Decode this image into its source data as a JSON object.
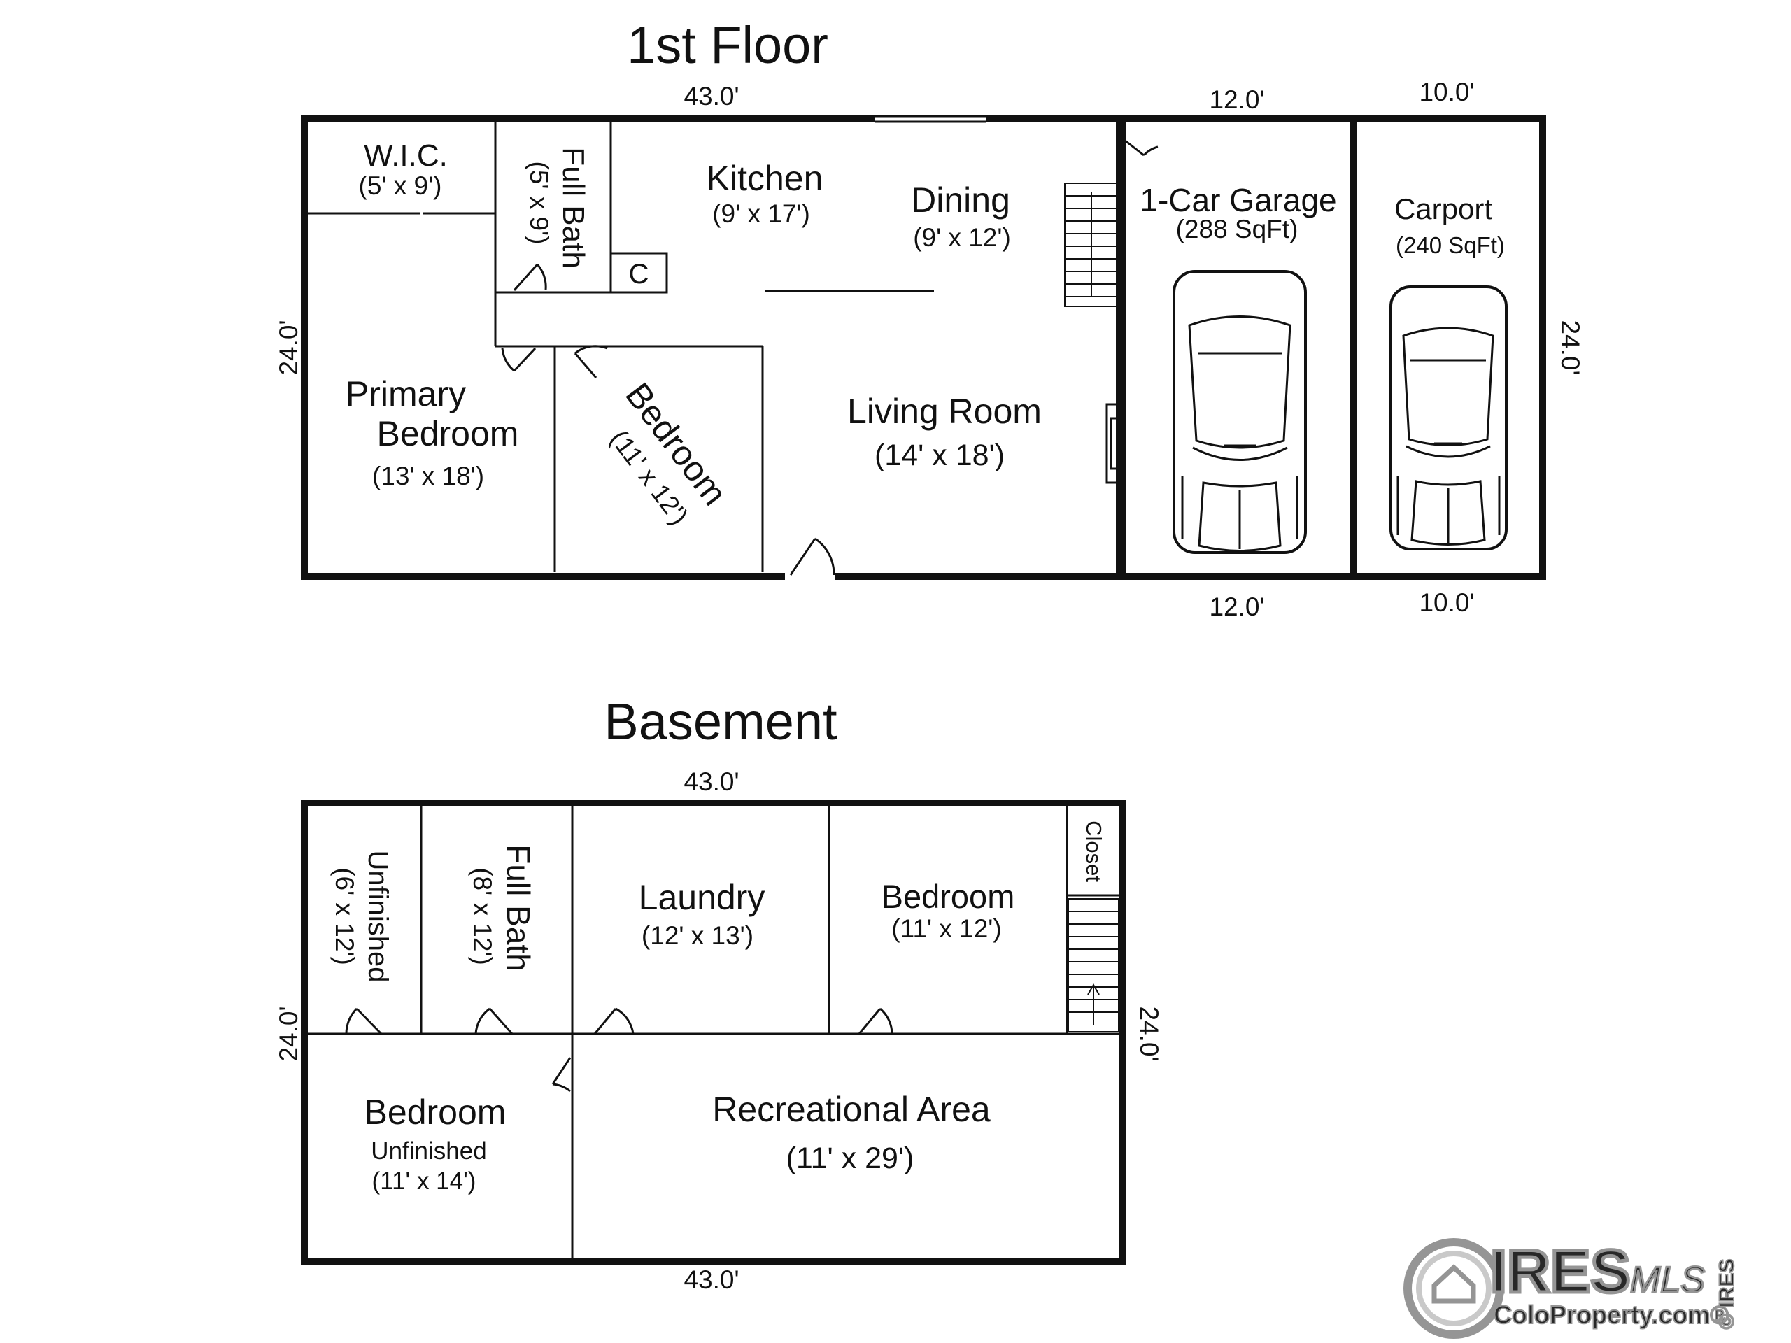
{
  "first_floor": {
    "title": "1st Floor",
    "dims": {
      "top": "43.0'",
      "left": "24.0'",
      "right": "24.0'",
      "garage_top": "12.0'",
      "carport_top": "10.0'",
      "garage_bottom": "12.0'",
      "carport_bottom": "10.0'"
    },
    "rooms": {
      "wic": {
        "name": "W.I.C.",
        "size": "(5' x 9')"
      },
      "full_bath": {
        "name": "Full Bath",
        "size": "(5' x 9')"
      },
      "closet_c": {
        "name": "C"
      },
      "kitchen": {
        "name": "Kitchen",
        "size": "(9' x 17')"
      },
      "dining": {
        "name": "Dining",
        "size": "(9' x 12')"
      },
      "garage": {
        "name": "1-Car Garage",
        "size": "(288 SqFt)"
      },
      "carport": {
        "name": "Carport",
        "size": "(240 SqFt)"
      },
      "primary_bedroom": {
        "name_line1": "Primary",
        "name_line2": "Bedroom",
        "size": "(13' x 18')"
      },
      "bedroom": {
        "name": "Bedroom",
        "size": "(11' x 12')"
      },
      "living_room": {
        "name": "Living Room",
        "size": "(14' x 18')"
      }
    }
  },
  "basement": {
    "title": "Basement",
    "dims": {
      "top": "43.0'",
      "bottom": "43.0'",
      "left": "24.0'",
      "right": "24.0'"
    },
    "rooms": {
      "unfinished": {
        "name": "Unfinished",
        "size": "(6' x 12')"
      },
      "full_bath": {
        "name": "Full Bath",
        "size": "(8' x 12')"
      },
      "laundry": {
        "name": "Laundry",
        "size": "(12' x 13')"
      },
      "bedroom": {
        "name": "Bedroom",
        "size": "(11' x 12')"
      },
      "closet": {
        "name": "Closet"
      },
      "bedroom_unfinished": {
        "name": "Bedroom",
        "note": "Unfinished",
        "size": "(11' x 14')"
      },
      "rec_area": {
        "name": "Recreational Area",
        "size": "(11' x 29')"
      }
    }
  },
  "watermark": {
    "brand": "IRES",
    "brand_script": "MLS",
    "site": "ColoProperty.com®",
    "side": "© IRES",
    "colors": {
      "logo": "#8a8a8a",
      "logo_light": "#c4c4c4"
    }
  }
}
